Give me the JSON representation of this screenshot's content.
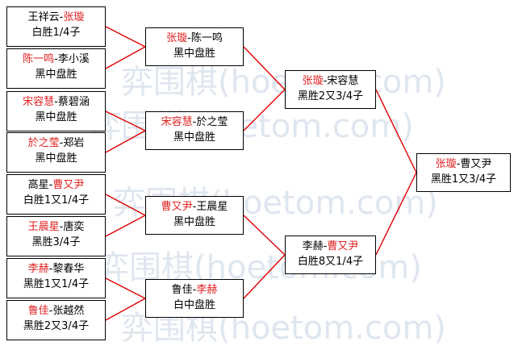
{
  "colors": {
    "winner": "#e02020",
    "line": "#e00000",
    "text": "#000000",
    "watermark": "#dfe6f0"
  },
  "watermark": [
    "弈围棋(hoetom.com)"
  ],
  "round1": [
    {
      "p1": "王祥云",
      "p2": "张璇",
      "winner": "p2",
      "result": "白胜1/4子"
    },
    {
      "p1": "陈一鸣",
      "p2": "李小溪",
      "winner": "p1",
      "result": "黑中盘胜"
    },
    {
      "p1": "宋容慧",
      "p2": "蔡碧涵",
      "winner": "p1",
      "result": "黑中盘胜"
    },
    {
      "p1": "於之莹",
      "p2": "郑岩",
      "winner": "p1",
      "result": "黑中盘胜"
    },
    {
      "p1": "高星",
      "p2": "曹又尹",
      "winner": "p2",
      "result": "白胜1又1/4子"
    },
    {
      "p1": "王晨星",
      "p2": "唐奕",
      "winner": "p1",
      "result": "黑胜3/4子"
    },
    {
      "p1": "李赫",
      "p2": "黎春华",
      "winner": "p1",
      "result": "黑胜1又1/4子"
    },
    {
      "p1": "鲁佳",
      "p2": "张越然",
      "winner": "p1",
      "result": "黑胜2又3/4子"
    }
  ],
  "round2": [
    {
      "p1": "张璇",
      "p2": "陈一鸣",
      "winner": "p1",
      "result": "黑中盘胜"
    },
    {
      "p1": "宋容慧",
      "p2": "於之莹",
      "winner": "p1",
      "result": "黑中盘胜"
    },
    {
      "p1": "曹又尹",
      "p2": "王晨星",
      "winner": "p1",
      "result": "黑中盘胜"
    },
    {
      "p1": "鲁佳",
      "p2": "李赫",
      "winner": "p2",
      "result": "白中盘胜"
    }
  ],
  "semifinal": [
    {
      "p1": "张璇",
      "p2": "宋容慧",
      "winner": "p1",
      "result": "黑胜2又3/4子"
    },
    {
      "p1": "李赫",
      "p2": "曹又尹",
      "winner": "p2",
      "result": "白胜8又1/4子"
    }
  ],
  "final": {
    "p1": "张璇",
    "p2": "曹又尹",
    "winner": "p1",
    "result": "黑胜1又3/4子"
  }
}
